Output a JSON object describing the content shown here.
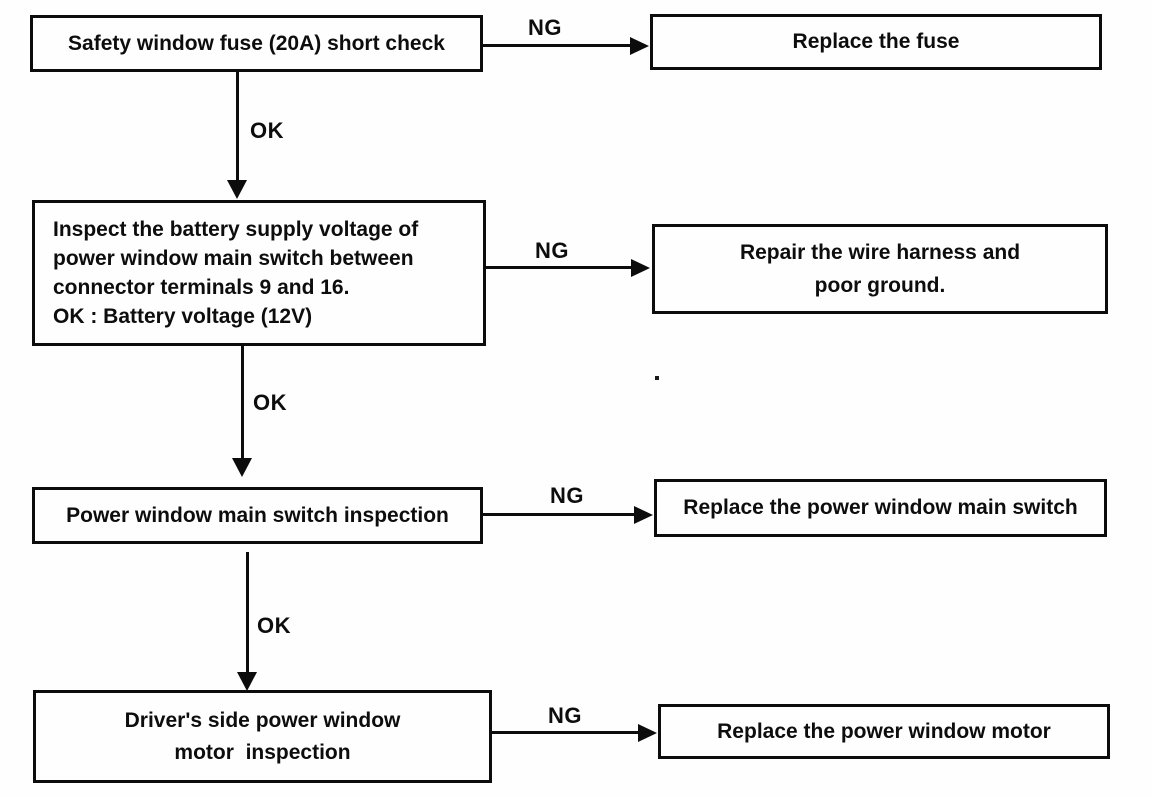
{
  "flowchart": {
    "description": "Power window troubleshooting flowchart",
    "colors": {
      "line": "#0c0c0c",
      "text": "#0d0d0d",
      "background": "#fefefe"
    },
    "steps": [
      {
        "text_lines": [
          "Safety window fuse (20A) short check"
        ],
        "fail_label": "NG",
        "fail_action_lines": [
          "Replace the fuse"
        ],
        "pass_label": "OK"
      },
      {
        "text_lines": [
          "Inspect the battery supply voltage of",
          "power window main switch between",
          "connector terminals 9 and 16.",
          "OK : Battery voltage (12V)"
        ],
        "fail_label": "NG",
        "fail_action_lines": [
          "Repair the wire harness and",
          "poor ground."
        ],
        "pass_label": "OK"
      },
      {
        "text_lines": [
          "Power window main switch inspection"
        ],
        "fail_label": "NG",
        "fail_action_lines": [
          "Replace the power window main switch"
        ],
        "pass_label": "OK"
      },
      {
        "text_lines": [
          "Driver's side power window",
          "motor  inspection"
        ],
        "fail_label": "NG",
        "fail_action_lines": [
          "Replace the power window motor"
        ]
      }
    ]
  }
}
